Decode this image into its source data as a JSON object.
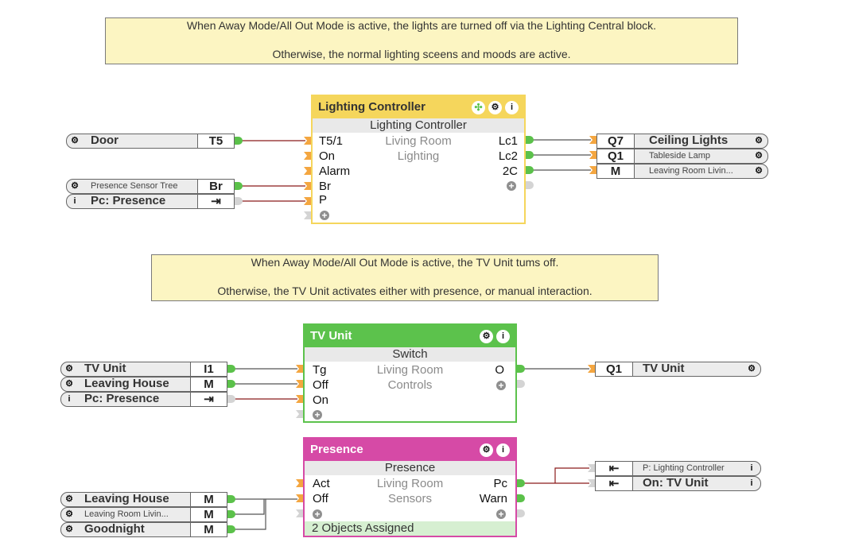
{
  "notes": [
    {
      "line1": "When Away Mode/All Out Mode is active, the lights are turned off via the Lighting Central block.",
      "line2": "Otherwise, the normal lighting sceens and moods are active."
    },
    {
      "line1": "When Away Mode/All Out Mode is active, the TV Unit tums off.",
      "line2": "Otherwise, the TV Unit activates either with presence, or manual interaction."
    }
  ],
  "colors": {
    "lighting_header": "#f5d65c",
    "tv_header": "#5cc24c",
    "presence_header": "#d64aa6",
    "wire_red": "#8b1a1a",
    "wire_gray": "#555555",
    "footer_green": "#d6efd1"
  },
  "lighting_block": {
    "title": "Lighting Controller",
    "subtitle": "Lighting Controller",
    "room": "Living Room",
    "category": "Lighting",
    "inputs": [
      "T5/1",
      "On",
      "Alarm",
      "Br",
      "P"
    ],
    "outputs": [
      "Lc1",
      "Lc2",
      "2C"
    ],
    "icons": [
      "move-icon",
      "gear-icon",
      "info-icon"
    ],
    "left_refs": [
      {
        "icon": "gear",
        "name": "Door",
        "code": "T5"
      },
      {
        "icon": "gear",
        "name": "Presence Sensor Tree",
        "code": "Br"
      },
      {
        "icon": "info",
        "name": "Pc: Presence",
        "code": "⇥"
      }
    ],
    "right_refs": [
      {
        "code": "Q7",
        "name": "Ceiling Lights"
      },
      {
        "code": "Q1",
        "name": "Tableside Lamp"
      },
      {
        "code": "M",
        "name": "Leaving Room Livin..."
      }
    ]
  },
  "tv_block": {
    "title": "TV Unit",
    "subtitle": "Switch",
    "room": "Living Room",
    "category": "Controls",
    "inputs": [
      "Tg",
      "Off",
      "On"
    ],
    "outputs": [
      "O"
    ],
    "left_refs": [
      {
        "icon": "gear",
        "name": "TV Unit",
        "code": "I1"
      },
      {
        "icon": "gear",
        "name": "Leaving House",
        "code": "M"
      },
      {
        "icon": "info",
        "name": "Pc: Presence",
        "code": "⇥"
      }
    ],
    "right_refs": [
      {
        "code": "Q1",
        "name": "TV Unit"
      }
    ]
  },
  "presence_block": {
    "title": "Presence",
    "subtitle": "Presence",
    "room": "Living Room",
    "category": "Sensors",
    "inputs": [
      "Act",
      "Off"
    ],
    "outputs": [
      "Pc",
      "Warn"
    ],
    "footer": "2 Objects Assigned",
    "left_refs": [
      {
        "icon": "gear",
        "name": "Leaving House",
        "code": "M"
      },
      {
        "icon": "gear",
        "name": "Leaving Room Livin...",
        "code": "M"
      },
      {
        "icon": "gear",
        "name": "Goodnight",
        "code": "M"
      }
    ],
    "right_refs": [
      {
        "code": "⇤",
        "name": "P: Lighting Controller"
      },
      {
        "code": "⇤",
        "name": "On: TV Unit"
      }
    ]
  }
}
